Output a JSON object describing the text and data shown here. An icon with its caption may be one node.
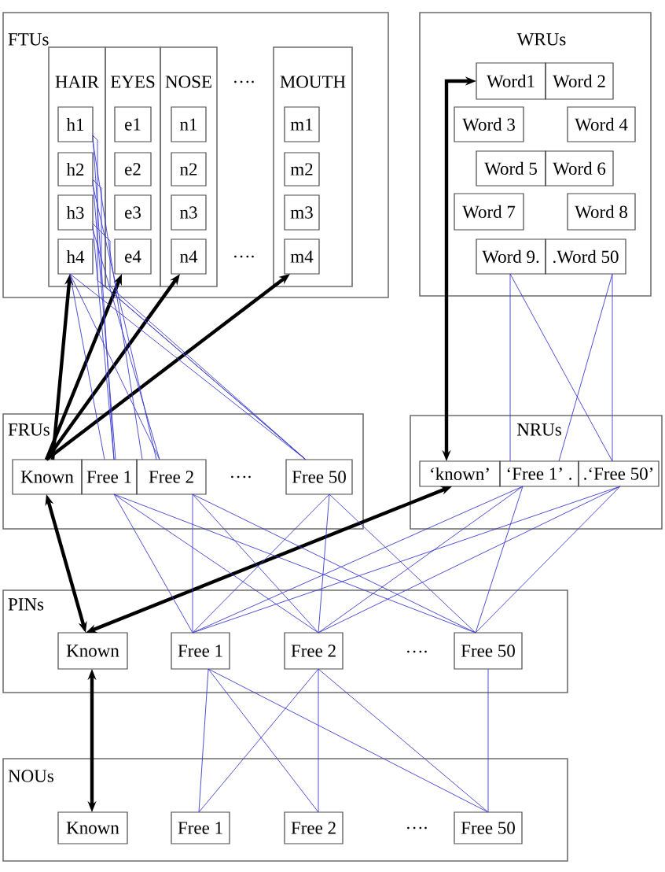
{
  "diagram": {
    "nodes": [
      {
        "text": [
          "FTUs"
        ]
      },
      {
        "text": [
          "HAIR"
        ],
        "in": 0
      },
      {
        "text": [
          "h1"
        ],
        "in": 1
      },
      {
        "text": [
          "h2"
        ],
        "in": 1
      },
      {
        "text": [
          "h3"
        ],
        "in": 1
      },
      {
        "text": [
          "h4"
        ],
        "in": 1
      },
      {
        "text": [
          "EYES"
        ],
        "in": 0
      },
      {
        "text": [
          "e1"
        ],
        "in": 6
      },
      {
        "text": [
          "e2"
        ],
        "in": 6
      },
      {
        "text": [
          "e3"
        ],
        "in": 6
      },
      {
        "text": [
          "e4"
        ],
        "in": 6
      },
      {
        "text": [
          "NOSE"
        ],
        "in": 0
      },
      {
        "text": [
          "n1"
        ],
        "in": 11
      },
      {
        "text": [
          "n2"
        ],
        "in": 11
      },
      {
        "text": [
          "n3"
        ],
        "in": 11
      },
      {
        "text": [
          "n4"
        ],
        "in": 11
      },
      {
        "text": [
          "MOUTH"
        ],
        "in": 0
      },
      {
        "text": [
          "m1"
        ],
        "in": 16
      },
      {
        "text": [
          "m2"
        ],
        "in": 16
      },
      {
        "text": [
          "m3"
        ],
        "in": 16
      },
      {
        "text": [
          "m4"
        ],
        "in": 16
      },
      {
        "text": [
          "WRUs"
        ]
      },
      {
        "text": [
          "Word1"
        ],
        "in": 21
      },
      {
        "text": [
          "Word 2"
        ],
        "in": 21
      },
      {
        "text": [
          "Word 3"
        ],
        "in": 21
      },
      {
        "text": [
          "Word 4"
        ],
        "in": 21
      },
      {
        "text": [
          "Word 5"
        ],
        "in": 21
      },
      {
        "text": [
          "Word 6"
        ],
        "in": 21
      },
      {
        "text": [
          "Word 7"
        ],
        "in": 21
      },
      {
        "text": [
          "Word 8"
        ],
        "in": 21
      },
      {
        "text": [
          "Word 9."
        ],
        "in": 21
      },
      {
        "text": [
          ".Word 50"
        ],
        "in": 21
      },
      {
        "text": [
          "FRUs"
        ]
      },
      {
        "text": [
          "Known"
        ],
        "in": 32
      },
      {
        "text": [
          "Free 1"
        ],
        "in": 32
      },
      {
        "text": [
          "Free 2"
        ],
        "in": 32
      },
      {
        "text": [
          "Free 50"
        ],
        "in": 32
      },
      {
        "text": [
          "NRUs"
        ]
      },
      {
        "text": [
          "‘known’"
        ],
        "in": 37
      },
      {
        "text": [
          "‘Free 1’ ."
        ],
        "in": 37
      },
      {
        "text": [
          ".‘Free 50’"
        ],
        "in": 37
      },
      {
        "text": [
          "PINs"
        ]
      },
      {
        "text": [
          "Known"
        ],
        "in": 41
      },
      {
        "text": [
          "Free 1"
        ],
        "in": 41
      },
      {
        "text": [
          "Free 2"
        ],
        "in": 41
      },
      {
        "text": [
          "Free 50"
        ],
        "in": 41
      },
      {
        "text": [
          "NOUs"
        ]
      },
      {
        "text": [
          "Known"
        ],
        "in": 46
      },
      {
        "text": [
          "Free 1"
        ],
        "in": 46
      },
      {
        "text": [
          "Free 2"
        ],
        "in": 46
      },
      {
        "text": [
          "Free 50"
        ],
        "in": 46
      }
    ],
    "edges": [
      {
        "from": 33,
        "to": 5,
        "arrow": "to",
        "style": "thick",
        "color": "#000000"
      },
      {
        "from": 33,
        "to": 10,
        "arrow": "to",
        "style": "thick",
        "color": "#000000"
      },
      {
        "from": 33,
        "to": 15,
        "arrow": "to",
        "style": "thick",
        "color": "#000000"
      },
      {
        "from": 33,
        "to": 20,
        "arrow": "to",
        "style": "thick",
        "color": "#000000"
      },
      {
        "from": 2,
        "to": 34,
        "arrow": "none"
      },
      {
        "from": 2,
        "to": 35,
        "arrow": "none"
      },
      {
        "from": 2,
        "to": 36,
        "arrow": "none"
      },
      {
        "from": 3,
        "to": 34,
        "arrow": "none"
      },
      {
        "from": 3,
        "to": 35,
        "arrow": "none"
      },
      {
        "from": 3,
        "to": 36,
        "arrow": "none"
      },
      {
        "from": 4,
        "to": 34,
        "arrow": "none"
      },
      {
        "from": 4,
        "to": 35,
        "arrow": "none"
      },
      {
        "from": 4,
        "to": 36,
        "arrow": "none"
      },
      {
        "from": 5,
        "to": 34,
        "arrow": "none"
      },
      {
        "from": 5,
        "to": 35,
        "arrow": "none"
      },
      {
        "from": 5,
        "to": 36,
        "arrow": "none"
      },
      {
        "from": 38,
        "to": 22,
        "arrow": "both",
        "style": "thick",
        "color": "#000000"
      },
      {
        "from": 30,
        "to": 39,
        "arrow": "none"
      },
      {
        "from": 30,
        "to": 40,
        "arrow": "none"
      },
      {
        "from": 31,
        "to": 39,
        "arrow": "none"
      },
      {
        "from": 31,
        "to": 40,
        "arrow": "none"
      },
      {
        "from": 42,
        "to": 33,
        "arrow": "both",
        "style": "thick",
        "color": "#000000"
      },
      {
        "from": 42,
        "to": 38,
        "arrow": "both",
        "style": "thick",
        "color": "#000000"
      },
      {
        "from": 34,
        "to": 43,
        "arrow": "none"
      },
      {
        "from": 34,
        "to": 44,
        "arrow": "none"
      },
      {
        "from": 34,
        "to": 45,
        "arrow": "none"
      },
      {
        "from": 35,
        "to": 43,
        "arrow": "none"
      },
      {
        "from": 35,
        "to": 44,
        "arrow": "none"
      },
      {
        "from": 35,
        "to": 45,
        "arrow": "none"
      },
      {
        "from": 36,
        "to": 43,
        "arrow": "none"
      },
      {
        "from": 36,
        "to": 44,
        "arrow": "none"
      },
      {
        "from": 36,
        "to": 45,
        "arrow": "none"
      },
      {
        "from": 39,
        "to": 43,
        "arrow": "none"
      },
      {
        "from": 39,
        "to": 44,
        "arrow": "none"
      },
      {
        "from": 39,
        "to": 45,
        "arrow": "none"
      },
      {
        "from": 40,
        "to": 43,
        "arrow": "none"
      },
      {
        "from": 40,
        "to": 44,
        "arrow": "none"
      },
      {
        "from": 40,
        "to": 45,
        "arrow": "none"
      },
      {
        "from": 42,
        "to": 47,
        "arrow": "both",
        "style": "thick",
        "color": "#000000"
      },
      {
        "from": 43,
        "to": 48,
        "arrow": "none"
      },
      {
        "from": 43,
        "to": 49,
        "arrow": "none"
      },
      {
        "from": 43,
        "to": 50,
        "arrow": "none"
      },
      {
        "from": 44,
        "to": 48,
        "arrow": "none"
      },
      {
        "from": 44,
        "to": 49,
        "arrow": "none"
      },
      {
        "from": 44,
        "to": 50,
        "arrow": "none"
      },
      {
        "from": 45,
        "to": 50,
        "arrow": "none"
      }
    ],
    "labels": [
      "….",
      "….",
      "….",
      "….",
      "…."
    ]
  }
}
